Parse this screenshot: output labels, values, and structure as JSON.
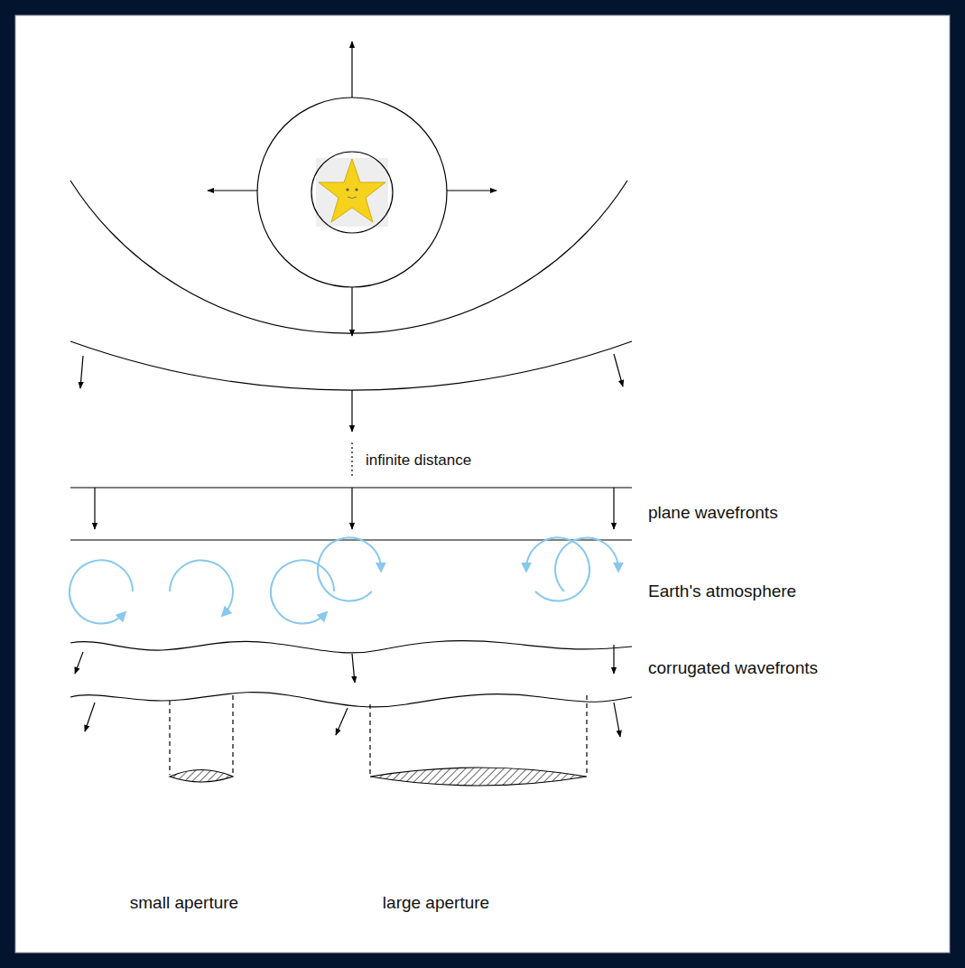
{
  "diagram": {
    "labels": [
      "infinite distance",
      "plane wavefronts",
      "Earth's atmosphere",
      "corrugated wavefronts",
      "small aperture",
      "large aperture"
    ]
  }
}
